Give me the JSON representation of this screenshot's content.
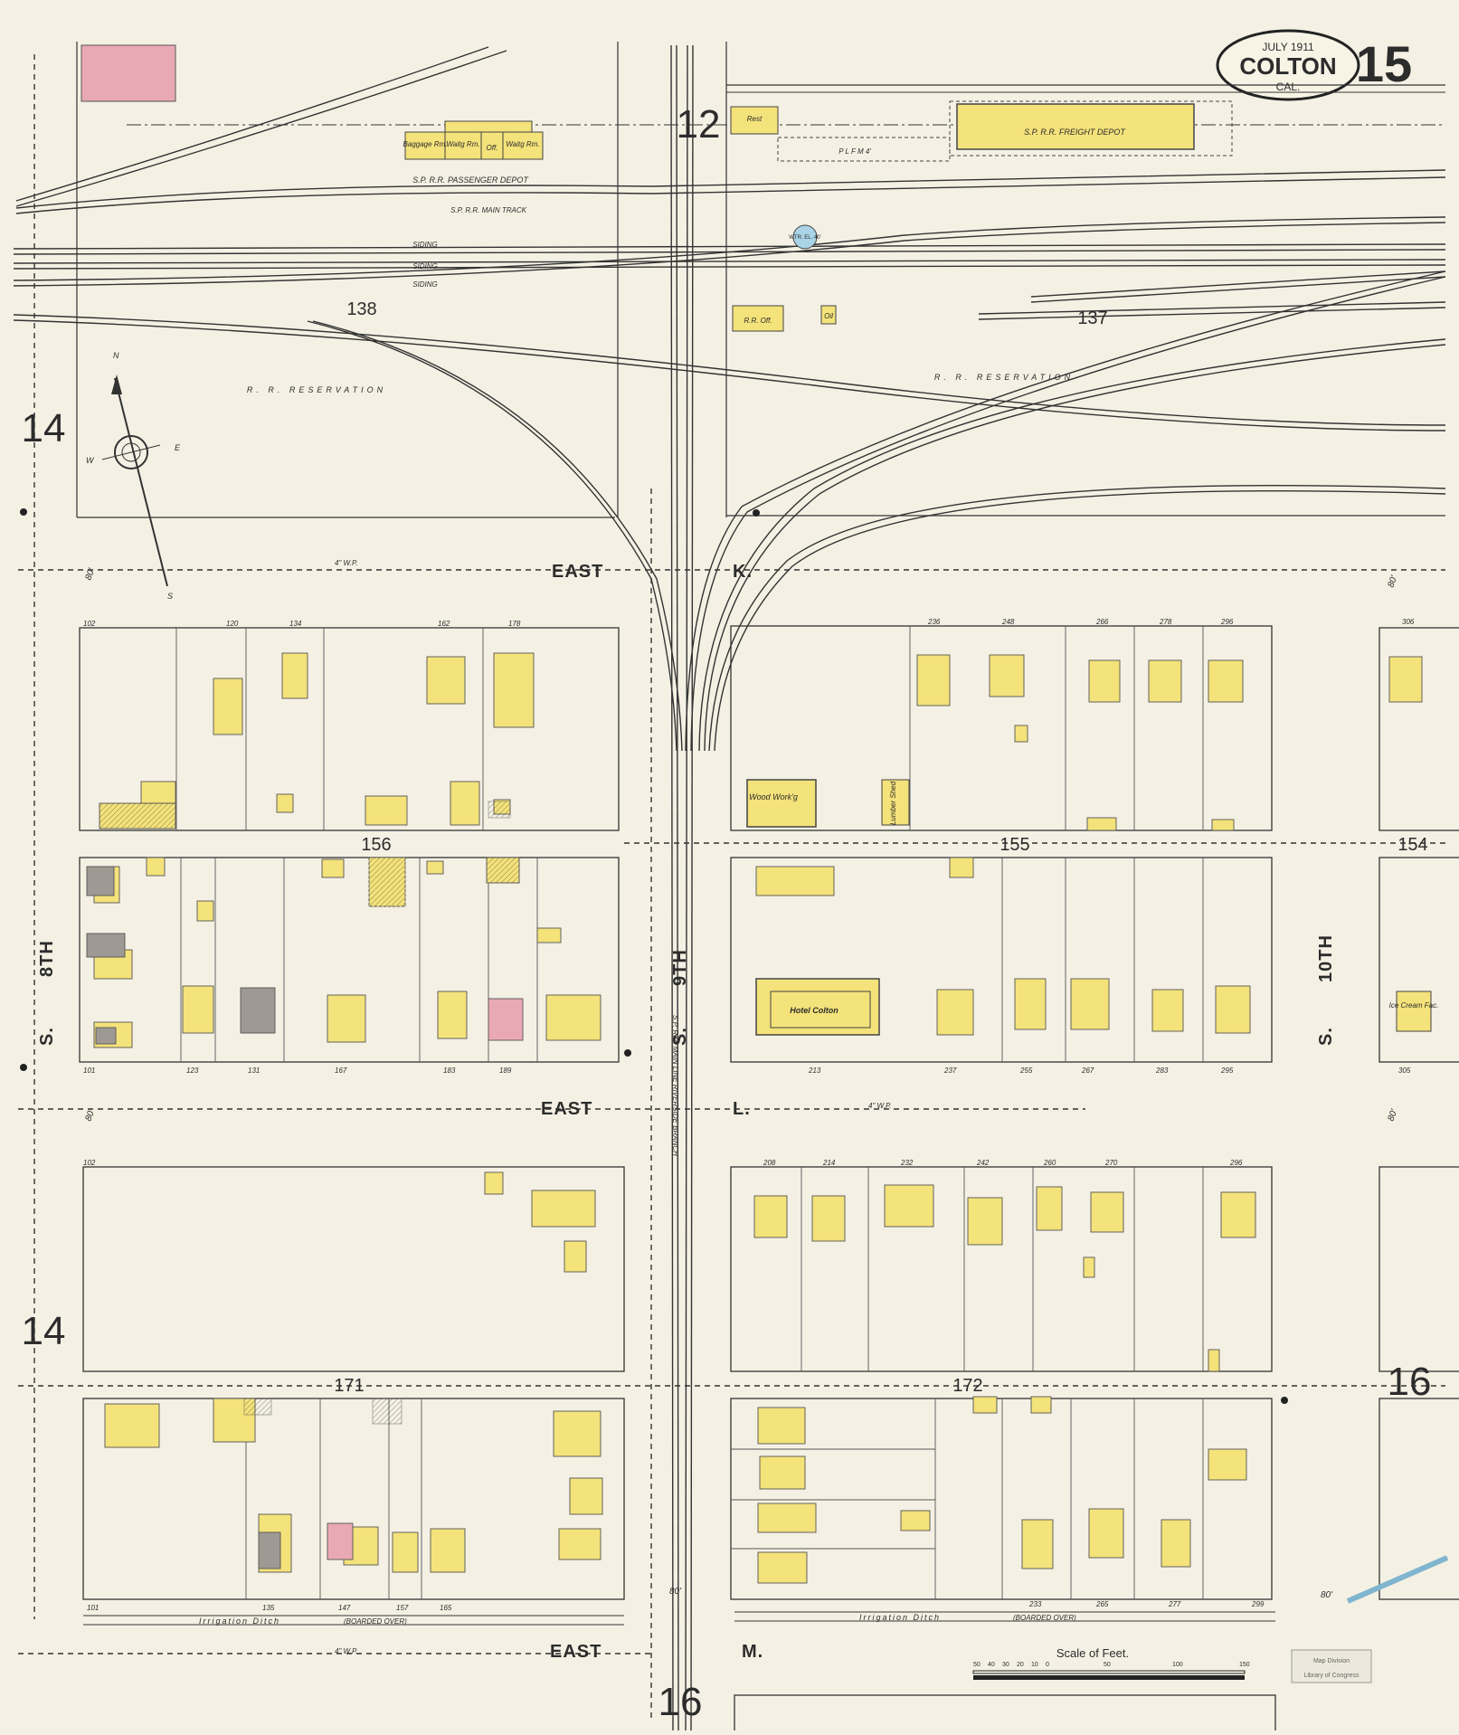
{
  "title_cartouche": {
    "date": "JULY 1911",
    "city": "COLTON",
    "state": "CAL.",
    "sheet": "15"
  },
  "adjacent_sheets": {
    "top_center": "12",
    "left_top": "14",
    "left_bottom": "14",
    "right": "16",
    "bottom": "16"
  },
  "streets": {
    "east_k": [
      "EAST",
      "K."
    ],
    "east_l": [
      "EAST",
      "L."
    ],
    "east_m": [
      "EAST",
      "M."
    ],
    "s8": [
      "S.",
      "8TH"
    ],
    "s9": [
      "S.",
      "9TH"
    ],
    "s10": [
      "S.",
      "10TH"
    ]
  },
  "block_numbers": [
    "138",
    "137",
    "156",
    "155",
    "154",
    "171",
    "172"
  ],
  "railroad": {
    "passenger_depot": "S.P. R.R. PASSENGER DEPOT",
    "freight_depot": "S.P. R.R. FREIGHT DEPOT",
    "main_track": "S.P. R.R. MAIN TRACK",
    "siding": "SIDING",
    "reservation": "R. R. RESERVATION",
    "branch": "S.P. R.R. MAIN LINE RIVERSIDE BRANCH",
    "baggage": "Baggage Rm.",
    "waiting1": "Waitg Rm.",
    "office": "Off.",
    "waiting2": "Waitg Rm.",
    "rest": "Rest",
    "rr_office": "R.R. Off.",
    "oil": "Oil",
    "platform": "P L F M 4'",
    "water_tank": "WTR. EL. 40'"
  },
  "buildings": {
    "hotel": "Hotel Colton",
    "wood_working": "Wood Work'g",
    "lumber_shed": "Lumber Shed",
    "ice_cream": "Ice Cream Fac."
  },
  "irrigation": {
    "label": "Irrigation Ditch",
    "note": "(BOARDED OVER)"
  },
  "scale": {
    "label": "Scale of Feet.",
    "ticks": [
      "50",
      "40",
      "30",
      "20",
      "10",
      "0",
      "50",
      "100",
      "150"
    ]
  },
  "stamp": {
    "line1": "Map Division",
    "line2": "Library of Congress"
  },
  "street_widths": [
    "80'",
    "80'",
    "80'",
    "80'",
    "80'",
    "80'"
  ],
  "water_pipe": "4\" W.P.",
  "address_labels": {
    "k_north": [
      "102",
      "120",
      "134",
      "162",
      "178",
      "236",
      "248",
      "266",
      "278",
      "296",
      "306"
    ],
    "k_south": [
      "101",
      "123",
      "131",
      "167",
      "183",
      "189",
      "213",
      "237",
      "255",
      "267",
      "283",
      "295",
      "305"
    ],
    "l_north": [
      "102",
      "208",
      "214",
      "232",
      "242",
      "260",
      "270",
      "296"
    ],
    "m_south": [
      "101",
      "135",
      "147",
      "157",
      "165",
      "233",
      "265",
      "277",
      "299"
    ]
  },
  "compass": {
    "north": "N",
    "south": "S",
    "east": "E",
    "west": "W"
  },
  "colors": {
    "frame": "#d8c94d",
    "dwelling": "#f4e27a",
    "brick": "#e9a9b4",
    "stone": "#9e9a93",
    "water": "#a9d3e6",
    "ink": "#2a2a2a"
  }
}
